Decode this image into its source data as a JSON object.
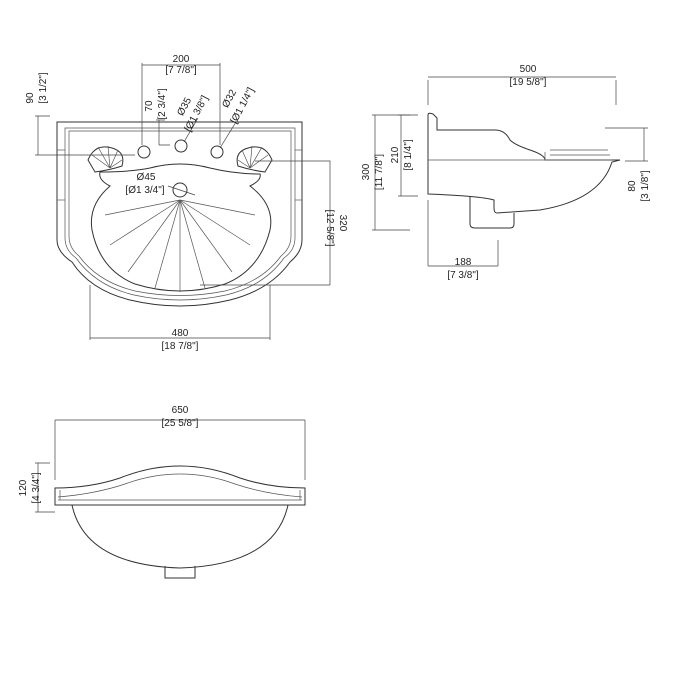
{
  "top_view": {
    "hole_spacing": {
      "mm": "200",
      "in": "[7 7/8\"]"
    },
    "top_to_hole": {
      "mm": "90",
      "in": "[3 1/2\"]"
    },
    "hole_offset": {
      "mm": "70",
      "in": "[2 3/4\"]"
    },
    "center_hole_diameter": {
      "mm": "Ø35",
      "in": "[Ø1 3/8\"]"
    },
    "side_hole_diameter": {
      "mm": "Ø32",
      "in": "[Ø1 1/4\"]"
    },
    "drain_diameter": {
      "mm": "Ø45",
      "in": "[Ø1 3/4\"]"
    },
    "bowl_depth": {
      "mm": "320",
      "in": "[12 5/8\"]"
    },
    "bowl_width": {
      "mm": "480",
      "in": "[18 7/8\"]"
    }
  },
  "side_view": {
    "depth": {
      "mm": "500",
      "in": "[19 5/8\"]"
    },
    "height": {
      "mm": "300",
      "in": "[11 7/8\"]"
    },
    "back_height": {
      "mm": "210",
      "in": "[8 1/4\"]"
    },
    "front_height": {
      "mm": "80",
      "in": "[3 1/8\"]"
    },
    "waste_offset": {
      "mm": "188",
      "in": "[7 3/8\"]"
    }
  },
  "front_view": {
    "width": {
      "mm": "650",
      "in": "[25 5/8\"]"
    },
    "height": {
      "mm": "120",
      "in": "[4 3/4\"]"
    }
  }
}
